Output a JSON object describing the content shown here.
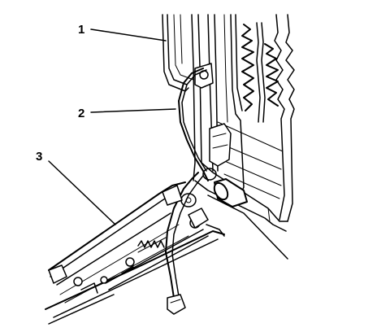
{
  "callouts": [
    {
      "label": "1",
      "part": "seat-back-frame"
    },
    {
      "label": "2",
      "part": "wiring-harness"
    },
    {
      "label": "3",
      "part": "seat-cushion-frame"
    }
  ]
}
